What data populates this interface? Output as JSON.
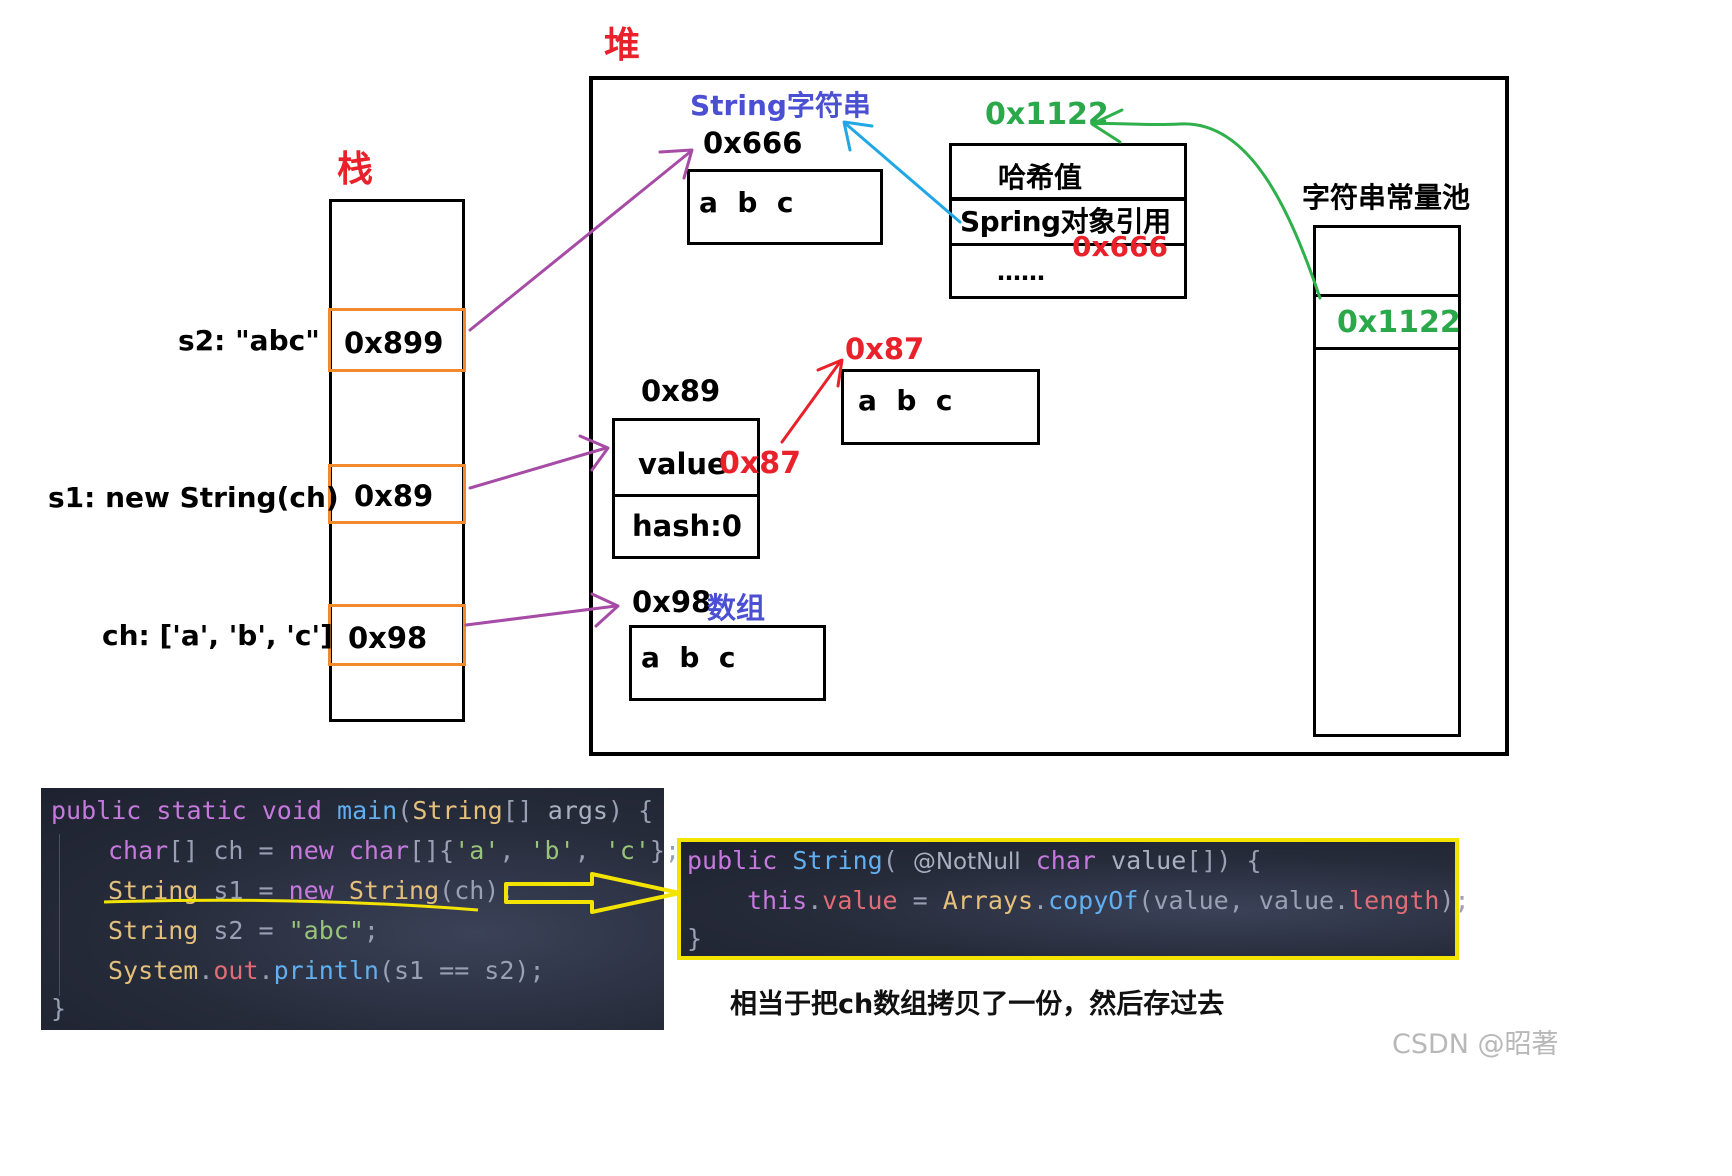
{
  "heap_title": "堆",
  "stack_title": "栈",
  "stack": {
    "s2_label": "s2: \"abc\"",
    "s2_value": "0x899",
    "s1_label": "s1: new String(ch)",
    "s1_value": "0x89",
    "ch_label": "ch: ['a', 'b', 'c']",
    "ch_value": "0x98"
  },
  "heap": {
    "string_obj_title": "String字符串",
    "string_obj_addr": "0x666",
    "string_obj_content": "a  b  c",
    "hash_table": {
      "addr": "0x1122",
      "row1": "哈希值",
      "row2": "Spring对象引用",
      "row2_ref": "0x666",
      "row3": "……"
    },
    "pool_title": "字符串常量池",
    "pool_entry": "0x1122",
    "new_obj_addr": "0x89",
    "new_obj_value_label": "value",
    "new_obj_value_ref": "0x87",
    "new_obj_hash": "hash:0",
    "copied_array_addr": "0x87",
    "copied_array_content": "a  b  c",
    "orig_array_addr": "0x98",
    "orig_array_label": "数组",
    "orig_array_content": "a  b  c"
  },
  "note": "相当于把ch数组拷贝了一份，然后存过去",
  "watermark": "CSDN @昭著",
  "colors": {
    "title_red": "#e8212a",
    "blue_text": "#4b4fd1",
    "green_text": "#2aa84a",
    "orange_border": "#f08a2c",
    "purple_arrow": "#a64ca6",
    "blue_arrow": "#22a7e6",
    "green_arrow": "#2fb04a",
    "red_arrow": "#e8212a",
    "yellow_highlight": "#f3e400"
  },
  "code_main": {
    "l1": [
      "public",
      "static",
      "void",
      "main",
      "(",
      "String",
      "[] ",
      "args",
      ") {"
    ],
    "l2": [
      "char",
      "[] ch = ",
      "new",
      "char",
      "[]{",
      "'a'",
      ", ",
      "'b'",
      ", ",
      "'c'",
      "};"
    ],
    "l3": [
      "String",
      " s1 = ",
      "new",
      "String",
      "(ch);"
    ],
    "l4": [
      "String",
      " s2 = ",
      "\"abc\"",
      ";"
    ],
    "l5": [
      "System",
      ".",
      "out",
      ".",
      "println",
      "(s1 == s2);"
    ],
    "l6": "}"
  },
  "code_ctor": {
    "l1": [
      "public",
      "String",
      "(",
      "@NotNull",
      "char",
      "value",
      "[]) {"
    ],
    "l2": [
      "this",
      ".",
      "value",
      " = ",
      "Arrays",
      ".",
      "copyOf",
      "(value, value.",
      "length",
      ");"
    ],
    "l3": "}"
  }
}
